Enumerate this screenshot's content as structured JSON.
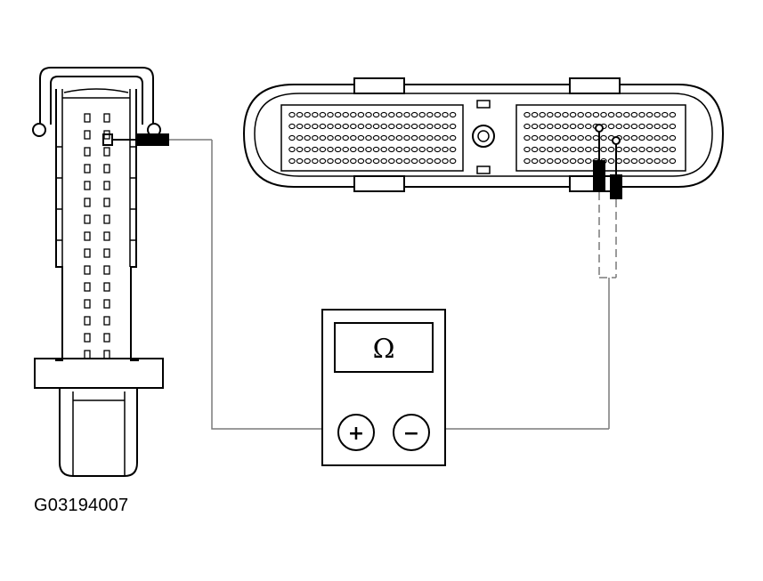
{
  "figure": {
    "id": "G03194007"
  },
  "meter": {
    "display_symbol": "Ω",
    "positive_terminal": "+",
    "negative_terminal": "−"
  },
  "colors": {
    "line": "#000000",
    "wire": "#7a7a7a",
    "background": "#ffffff"
  },
  "icons": [
    "harness-connector",
    "module-connector",
    "ohmmeter",
    "test-lead-probe"
  ]
}
